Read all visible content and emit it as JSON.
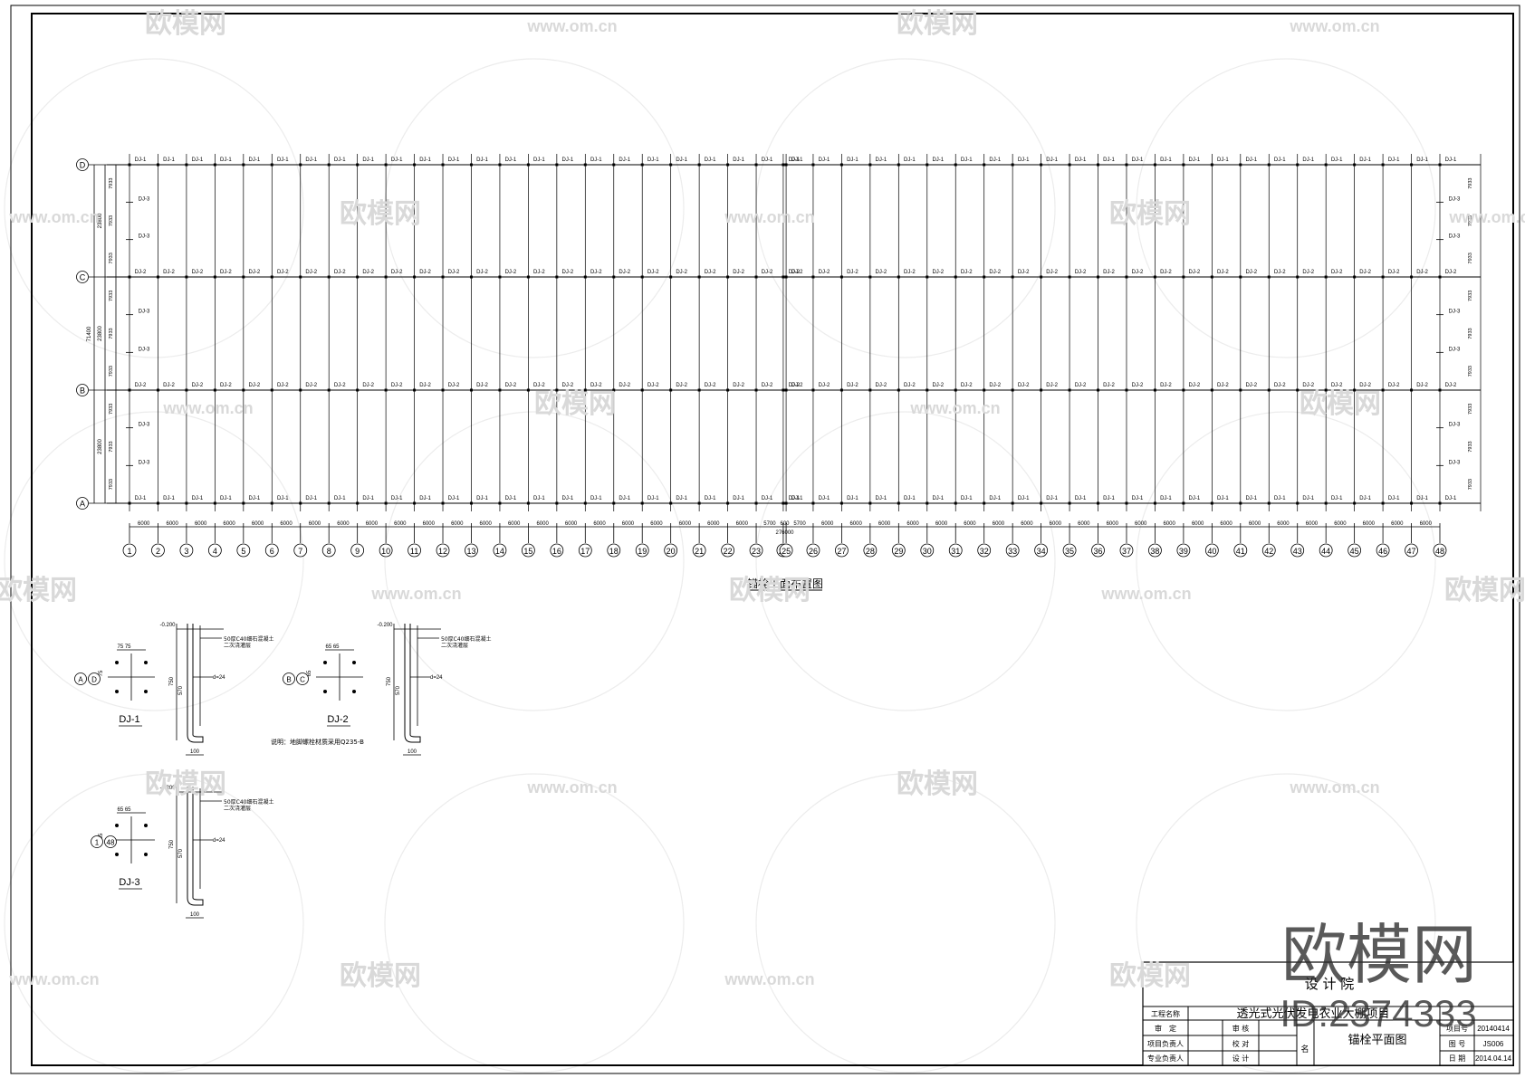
{
  "watermark": {
    "brand": "欧模网",
    "url": "www.om.cn",
    "id_text": "ID:2374333"
  },
  "plan": {
    "title": "锚栓平面布置图",
    "row_axes": [
      "D",
      "C",
      "B",
      "A"
    ],
    "col_axes": [
      "1",
      "2",
      "3",
      "4",
      "5",
      "6",
      "7",
      "8",
      "9",
      "10",
      "11",
      "12",
      "13",
      "14",
      "15",
      "16",
      "17",
      "18",
      "19",
      "20",
      "21",
      "22",
      "23",
      "24",
      "25",
      "26",
      "27",
      "28",
      "29",
      "30",
      "31",
      "32",
      "33",
      "34",
      "35",
      "36",
      "37",
      "38",
      "39",
      "40",
      "41",
      "42",
      "43",
      "44",
      "45",
      "46",
      "47",
      "48"
    ],
    "bay_dims": [
      "6000",
      "6000",
      "6000",
      "6000",
      "6000",
      "6000",
      "6000",
      "6000",
      "6000",
      "6000",
      "6000",
      "6000",
      "6000",
      "6000",
      "6000",
      "6000",
      "6000",
      "6000",
      "6000",
      "6000",
      "6000",
      "6000",
      "5700",
      "600",
      "5700",
      "6000",
      "6000",
      "6000",
      "6000",
      "6000",
      "6000",
      "6000",
      "6000",
      "6000",
      "6000",
      "6000",
      "6000",
      "6000",
      "6000",
      "6000",
      "6000",
      "6000",
      "6000",
      "6000",
      "6000",
      "6000",
      "6000"
    ],
    "total_length": "276000",
    "bay_sub": "7933",
    "bay_big": "23800",
    "total_width": "71400",
    "tag_edge": "DJ-1",
    "tag_mid": "DJ-2",
    "tag_end": "DJ-3"
  },
  "details": [
    {
      "name": "DJ-1",
      "axes": [
        "A",
        "D"
      ],
      "top_elev": "-0.200",
      "note1": "50厚C40细石混凝土",
      "note2": "二次浇灌层",
      "spacing": "75",
      "depth": "750",
      "embed": "570",
      "dia": "d=24",
      "hook": "100"
    },
    {
      "name": "DJ-2",
      "axes": [
        "B",
        "C"
      ],
      "top_elev": "-0.200",
      "note1": "50厚C40细石混凝土",
      "note2": "二次浇灌层",
      "spacing": "65",
      "depth": "750",
      "embed": "570",
      "dia": "d=24",
      "hook": "100"
    },
    {
      "name": "DJ-3",
      "axes": [
        "1",
        "48"
      ],
      "top_elev": "-0.200",
      "note1": "50厚C40细石混凝土",
      "note2": "二次浇灌层",
      "spacing": "65",
      "depth": "750",
      "embed": "570",
      "dia": "d=24",
      "hook": "100"
    }
  ],
  "material_note": "说明：地脚螺栓材质采用Q235-B",
  "title_block": {
    "institute": "设 计 院",
    "project_label": "工程名称",
    "project_name": "透光式光伏发电农业大棚项目",
    "drawing_name": "锚栓平面图",
    "left_labels": [
      "审　定",
      "项目负责人",
      "专业负责人"
    ],
    "mid_labels": [
      "审 核",
      "校 对",
      "设 计"
    ],
    "name_label": "名",
    "right_labels": [
      "项目号",
      "图 号",
      "日 期"
    ],
    "right_values": [
      "20140414",
      "JS006",
      "2014.04.14"
    ]
  }
}
